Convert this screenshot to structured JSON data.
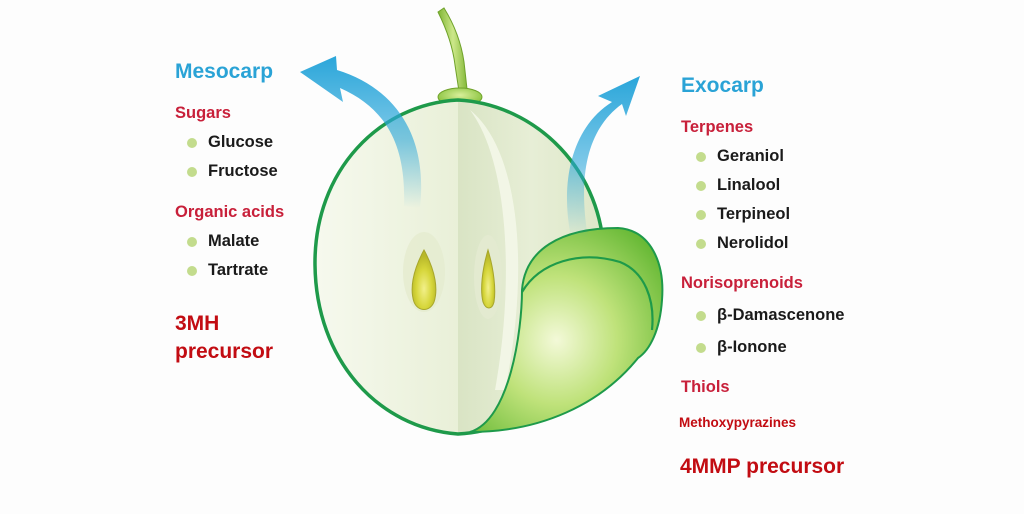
{
  "mesocarp": {
    "title": "Mesocarp",
    "sugars": {
      "label": "Sugars",
      "items": [
        "Glucose",
        "Fructose"
      ]
    },
    "organic_acids": {
      "label": "Organic acids",
      "items": [
        "Malate",
        "Tartrate"
      ]
    },
    "precursor_line1": "3MH",
    "precursor_line2": "precursor"
  },
  "exocarp": {
    "title": "Exocarp",
    "terpenes": {
      "label": "Terpenes",
      "items": [
        "Geraniol",
        "Linalool",
        "Terpineol",
        "Nerolidol"
      ]
    },
    "norisoprenoids": {
      "label": "Norisoprenoids",
      "items": [
        "β-Damascenone",
        "β-Ionone"
      ]
    },
    "thiols": "Thiols",
    "methoxypyrazines": "Methoxypyrazines",
    "precursor": "4MMP precursor"
  },
  "colors": {
    "region_title": "#2aa3d6",
    "group_label": "#c8203a",
    "precursor": "#c20c12",
    "bullet": "#c3dc8d",
    "grape_outline": "#1e9a4a",
    "flesh": "#eef3e2",
    "skin": "#8ed04a"
  }
}
